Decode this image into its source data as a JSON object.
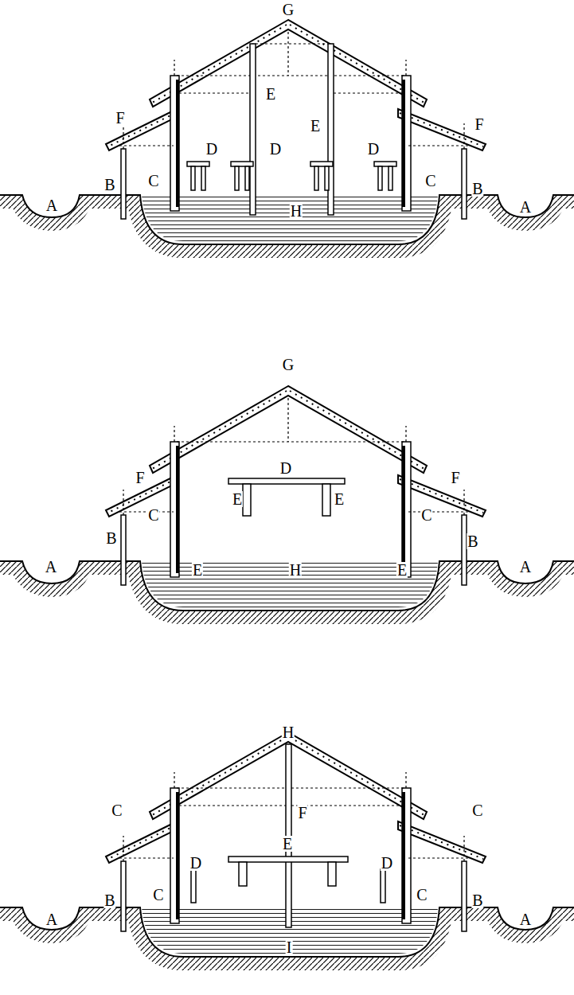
{
  "diagram": {
    "labels": [
      "G",
      "E",
      "E",
      "F",
      "F",
      "D",
      "D",
      "D",
      "C",
      "C",
      "B",
      "B",
      "A",
      "A",
      "H",
      "G",
      "D",
      "F",
      "F",
      "E",
      "E",
      "C",
      "C",
      "B",
      "B",
      "A",
      "A",
      "E",
      "H",
      "E",
      "H",
      "C",
      "C",
      "F",
      "D",
      "E",
      "D",
      "C",
      "C",
      "B",
      "B",
      "A",
      "A",
      "I"
    ]
  }
}
